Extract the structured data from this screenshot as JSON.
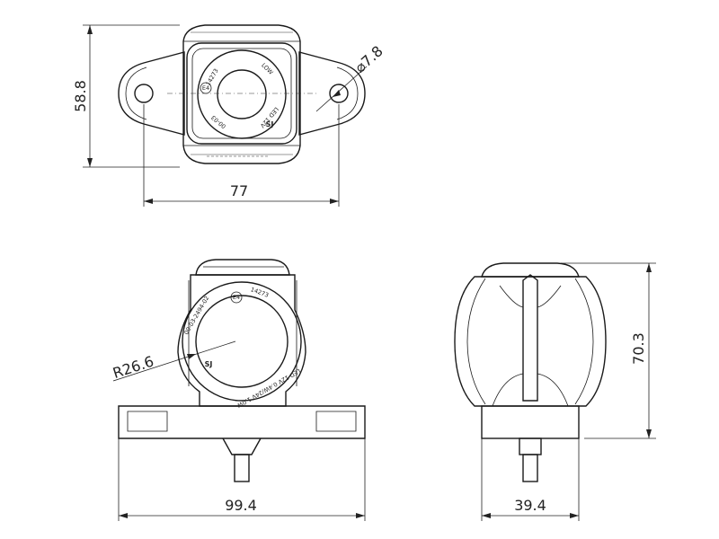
{
  "dimensions": {
    "top_height": "58.8",
    "top_width": "77",
    "hole_diameter": "⌀7.8",
    "radius": "R26.6",
    "front_width": "99.4",
    "side_width": "39.4",
    "side_height": "70.3"
  },
  "markings": {
    "approval_mark": "E4",
    "approval_number": "14273",
    "part_number": "00-03-2494-02",
    "rating": "LED 12V 0.4W/24V 1.0W",
    "logo": "SJ"
  }
}
